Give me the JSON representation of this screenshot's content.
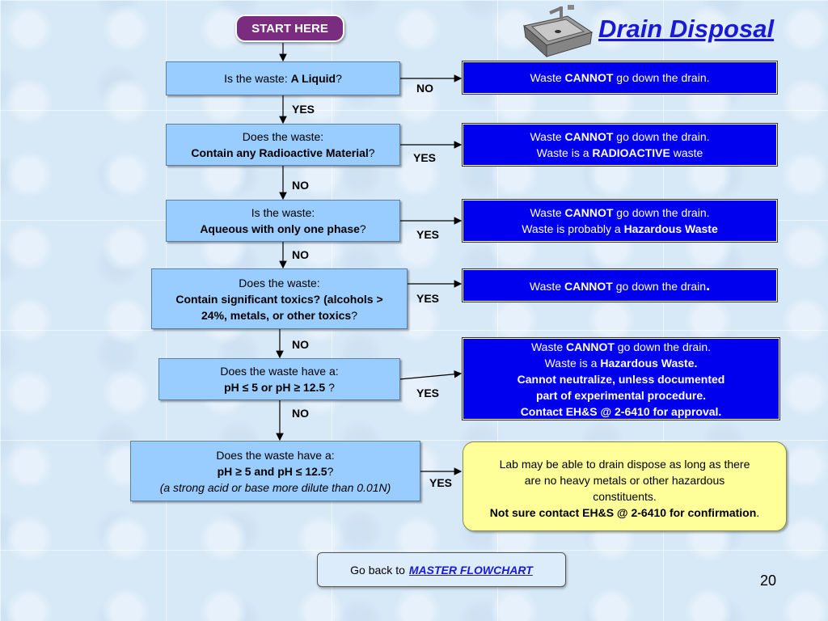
{
  "start_label": "START HERE",
  "title": "Drain Disposal ",
  "page_number": "20",
  "questions": [
    {
      "pre": "Is the waste: ",
      "bold": "A Liquid",
      "post": "?"
    },
    {
      "line1": "Does the waste:",
      "bold": "Contain any Radioactive Material",
      "post": "?"
    },
    {
      "line1": "Is the waste:",
      "bold": "Aqueous with only one phase",
      "post": "?"
    },
    {
      "line1": "Does the waste:",
      "bold1": "Contain significant toxics? (alcohols >",
      "bold2": "24%, metals, or other toxics",
      "post": "?"
    },
    {
      "line1": "Does the waste have a:",
      "bold": "pH ≤ 5 or pH ≥ 12.5",
      "post": " ?"
    },
    {
      "line1": "Does the waste have a:",
      "bold": "pH ≥ 5 and pH ≤ 12.5",
      "post": "?",
      "italic": "(a strong acid or base more dilute than 0.01N)"
    }
  ],
  "answers": [
    {
      "pre": "Waste ",
      "bold": "CANNOT",
      "post": " go down the drain."
    },
    {
      "pre": "Waste ",
      "bold": "CANNOT",
      "post": " go down the drain.",
      "l2pre": "Waste is a ",
      "l2bold": "RADIOACTIVE",
      "l2post": " waste"
    },
    {
      "pre": "Waste ",
      "bold": "CANNOT",
      "post": " go down the drain.",
      "l2pre": "Waste is probably a ",
      "l2bold": "Hazardous Waste"
    },
    {
      "pre": "Waste ",
      "bold": "CANNOT",
      "post": " go down the drain",
      "dot": "."
    },
    {
      "pre": "Waste ",
      "bold": "CANNOT",
      "post": " go down the drain.",
      "l2pre": "Waste is a ",
      "l2bold": "Hazardous Waste.",
      "l3": "Cannot neutralize, unless documented",
      "l4": "part of experimental procedure.",
      "l5": "Contact EH&S @ 2-6410 for approval."
    }
  ],
  "edge_labels": {
    "no1": "NO",
    "yes1": "YES",
    "yes2": "YES",
    "no2": "NO",
    "yes3": "YES",
    "no3": "NO",
    "yes4": "YES",
    "no4": "NO",
    "yes5": "YES",
    "no5": "NO",
    "yes6": "YES"
  },
  "final_note": {
    "line1": "Lab may be able to drain dispose as long as there",
    "line2": "are no heavy metals or other hazardous",
    "line3": "constituents.",
    "bold": "Not sure contact EH&S @ 2-6410 for confirmation",
    "post": "."
  },
  "back_button": {
    "pre": "Go back to",
    "link": "MASTER FLOWCHART"
  }
}
